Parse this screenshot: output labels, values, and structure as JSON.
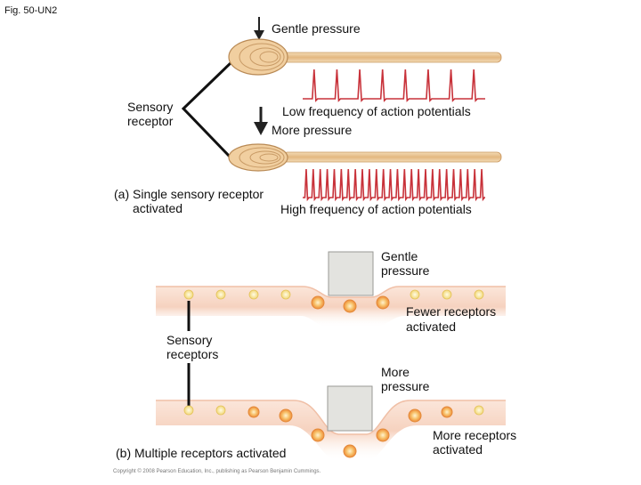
{
  "figure": {
    "fig_label": "Fig. 50-UN2",
    "copyright": "Copyright © 2008 Pearson Education, Inc., publishing as Pearson Benjamin Cummings."
  },
  "part_a": {
    "gentle_pressure": "Gentle pressure",
    "sensory_receptor_line1": "Sensory",
    "sensory_receptor_line2": "receptor",
    "low_frequency": "Low frequency of action potentials",
    "more_pressure": "More pressure",
    "caption_line1": "(a) Single sensory receptor",
    "caption_line2": "activated",
    "high_frequency": "High frequency of action potentials",
    "gentle_spike_count": 8,
    "more_spike_count": 26
  },
  "part_b": {
    "gentle_line1": "Gentle",
    "gentle_line2": "pressure",
    "fewer_line1": "Fewer receptors",
    "fewer_line2": "activated",
    "sensory_receptors_line1": "Sensory",
    "sensory_receptors_line2": "receptors",
    "more_line1": "More",
    "more_line2": "pressure",
    "caption": "(b) Multiple receptors activated",
    "more_receptors_line1": "More receptors",
    "more_receptors_line2": "activated"
  },
  "colors": {
    "receptor_fill": "#f1cfa0",
    "receptor_stroke": "#b98a55",
    "axon_fill": "#e9c596",
    "spike": "#c8323a",
    "skin": "#f7d9c8",
    "receptor_inactive": "#f6e08a",
    "receptor_active": "#f0a04a",
    "block": "#e2e2de"
  }
}
